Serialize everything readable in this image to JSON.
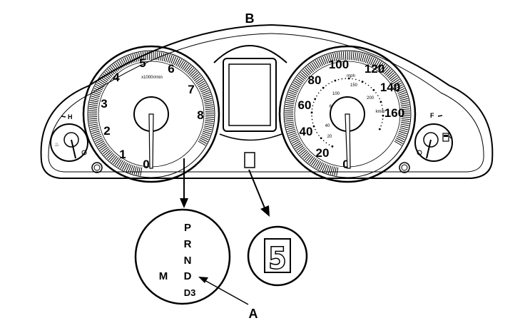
{
  "callouts": {
    "a": "A",
    "b": "B"
  },
  "tachometer": {
    "numbers": [
      "0",
      "1",
      "2",
      "3",
      "4",
      "5",
      "6",
      "7",
      "8"
    ],
    "unit": "x1000r/min"
  },
  "speedometer": {
    "numbers": [
      "0",
      "20",
      "40",
      "60",
      "80",
      "100",
      "120",
      "140",
      "160"
    ],
    "unit": "mph",
    "inner_numbers": [
      "20",
      "40",
      "60",
      "100",
      "150",
      "200"
    ],
    "inner_unit": "km/h"
  },
  "temp_gauge": {
    "hot_label": "H"
  },
  "fuel_gauge": {
    "full_label": "F"
  },
  "gear_indicator": {
    "positions": [
      "P",
      "R",
      "N",
      "D",
      "D3"
    ],
    "manual_label": "M"
  },
  "digital_gear_display": {
    "value": "5"
  }
}
